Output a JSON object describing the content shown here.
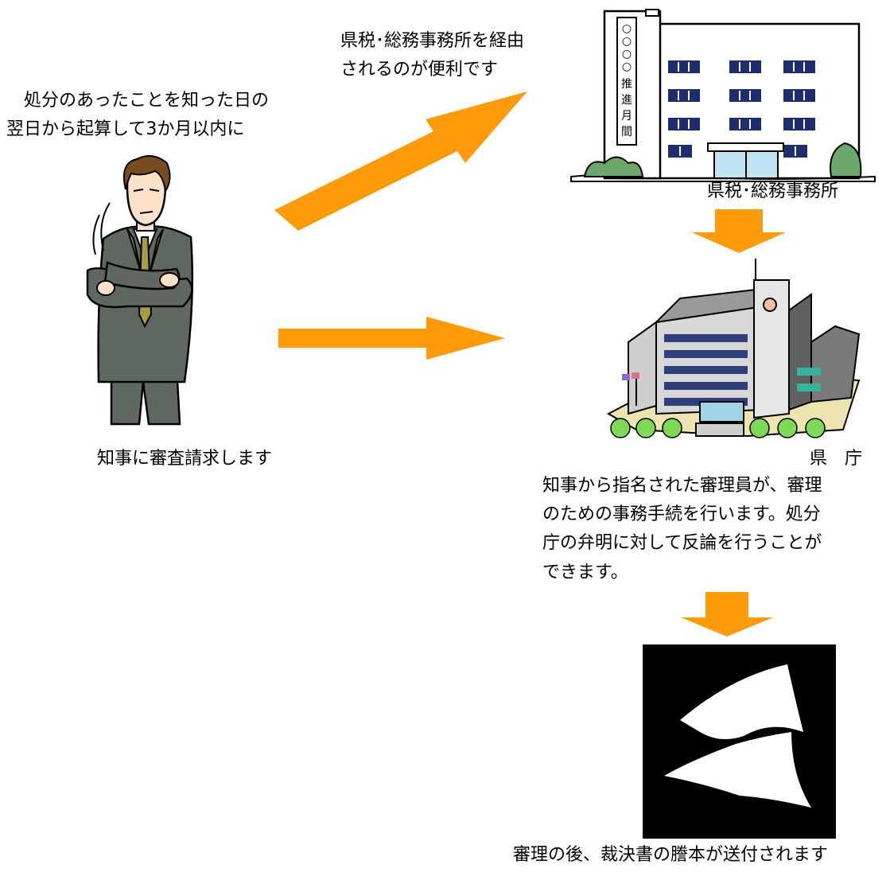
{
  "texts": {
    "deadline_line1": "処分のあったことを知った日の",
    "deadline_line2": "翌日から起算して3か月以内に",
    "via_office_line1": "県税･総務事務所を経由",
    "via_office_line2": "されるのが便利です",
    "office_label": "県税･総務事務所",
    "request_label": "知事に審査請求します",
    "pref_office_label": "県　庁",
    "examiner_line1": "知事から指名された審理員が、審理",
    "examiner_line2": "のための事務手続を行います。処分",
    "examiner_line3": "庁の弁明に対して反論を行うことが",
    "examiner_line4": "できます。",
    "final_label": "審理の後、裁決書の謄本が送付されます",
    "building_sign": "○○○○推進月間"
  },
  "colors": {
    "arrow": "#FF9A0A",
    "building_window": "#1E2D6E",
    "suit": "#5F6860",
    "document_bg": "#000000"
  },
  "icons": [
    "businessman-crossed-arms-icon",
    "tax-office-building-icon",
    "prefectural-office-building-icon",
    "documents-icon"
  ]
}
